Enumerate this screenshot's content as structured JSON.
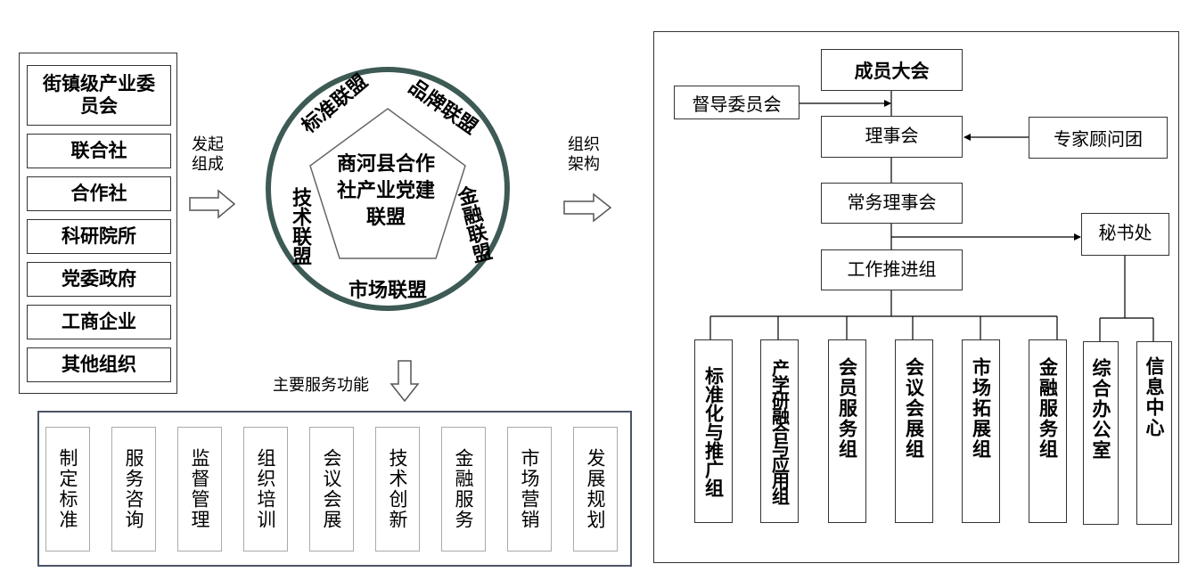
{
  "members": {
    "items": [
      "街镇级产业委员会",
      "联合社",
      "合作社",
      "科研院所",
      "党委政府",
      "工商企业",
      "其他组织"
    ]
  },
  "flow": {
    "initiate_label": "发起组成",
    "structure_label": "组织架构",
    "services_label": "主要服务功能"
  },
  "alliance": {
    "center_title": "商河县合作社产业党建联盟",
    "sub_alliances": [
      "标准联盟",
      "品牌联盟",
      "金融联盟",
      "市场联盟",
      "技术联盟"
    ]
  },
  "services": {
    "items": [
      "制定标准",
      "服务咨询",
      "监督管理",
      "组织培训",
      "会议会展",
      "技术创新",
      "金融服务",
      "市场营销",
      "发展规划"
    ]
  },
  "org": {
    "assembly": "成员大会",
    "supervisory": "督导委员会",
    "council": "理事会",
    "experts": "专家顾问团",
    "standing_council": "常务理事会",
    "secretariat": "秘书处",
    "work_group": "工作推进组",
    "groups": [
      "标准化与推广组",
      "产学研融合与应用组",
      "会员服务组",
      "会议会展组",
      "市场拓展组",
      "金融服务组"
    ],
    "secretariat_units": [
      "综合办公室",
      "信息中心"
    ]
  }
}
